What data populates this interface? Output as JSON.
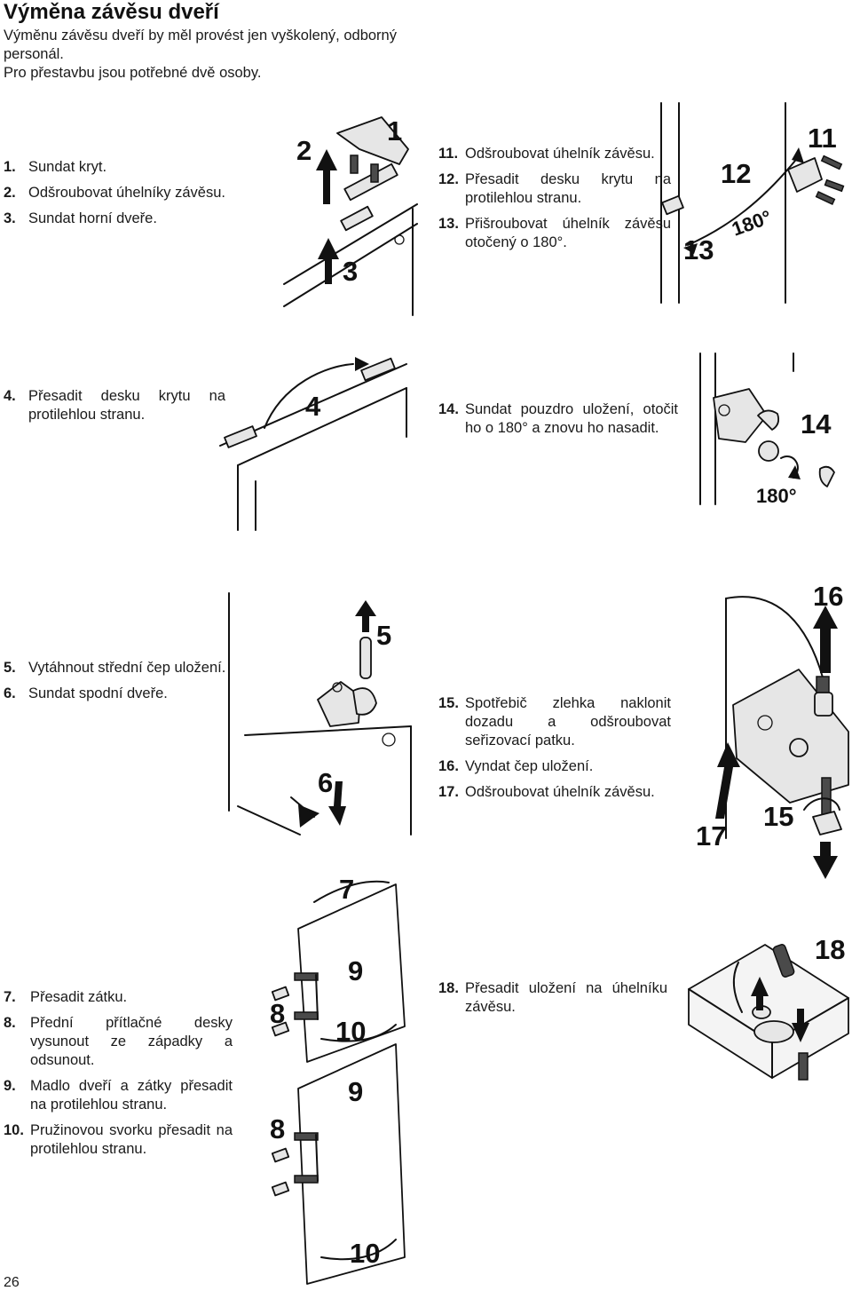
{
  "page": {
    "title": "Výměna závěsu dveří",
    "intro": [
      "Výměnu závěsu dveří by měl provést jen vyškolený, odborný personál.",
      "Pro přestavbu jsou potřebné dvě osoby."
    ],
    "page_number": "26"
  },
  "groups": [
    {
      "id": "g1",
      "steps": [
        {
          "num": "1.",
          "text": "Sundat kryt."
        },
        {
          "num": "2.",
          "text": "Odšroubovat úhelníky závěsu."
        },
        {
          "num": "3.",
          "text": "Sundat horní dveře."
        }
      ]
    },
    {
      "id": "g11",
      "steps": [
        {
          "num": "11.",
          "text": "Odšroubovat úhelník závěsu."
        },
        {
          "num": "12.",
          "text": "Přesadit desku krytu na protilehlou stranu."
        },
        {
          "num": "13.",
          "text": "Přišroubovat úhelník závěsu otočený o 180°."
        }
      ]
    },
    {
      "id": "g4",
      "steps": [
        {
          "num": "4.",
          "text": "Přesadit desku krytu na protilehlou stranu."
        }
      ]
    },
    {
      "id": "g14",
      "steps": [
        {
          "num": "14.",
          "text": "Sundat pouzdro uložení, otočit ho o 180° a znovu ho nasadit."
        }
      ]
    },
    {
      "id": "g5",
      "steps": [
        {
          "num": "5.",
          "text": "Vytáhnout střední čep uložení."
        },
        {
          "num": "6.",
          "text": "Sundat spodní dveře."
        }
      ]
    },
    {
      "id": "g15",
      "steps": [
        {
          "num": "15.",
          "text": "Spotřebič zlehka naklonit dozadu a odšroubovat seřizovací patku."
        },
        {
          "num": "16.",
          "text": "Vyndat čep uložení."
        },
        {
          "num": "17.",
          "text": "Odšroubovat úhelník závěsu."
        }
      ]
    },
    {
      "id": "g7",
      "steps": [
        {
          "num": "7.",
          "text": "Přesadit zátku."
        },
        {
          "num": "8.",
          "text": "Přední přítlačné desky vysunout ze západky a odsunout."
        },
        {
          "num": "9.",
          "text": "Madlo dveří a zátky přesadit na protilehlou stranu."
        },
        {
          "num": "10.",
          "text": "Pružinovou svorku přesadit na protilehlou stranu."
        }
      ]
    },
    {
      "id": "g18",
      "steps": [
        {
          "num": "18.",
          "text": "Přesadit uložení na úhelníku závěsu."
        }
      ]
    }
  ],
  "figures": {
    "fig_a": {
      "labels": [
        "1",
        "2",
        "3"
      ]
    },
    "fig_b": {
      "labels": [
        "11",
        "12",
        "13"
      ],
      "angle": "180°"
    },
    "fig_c": {
      "labels": [
        "4"
      ]
    },
    "fig_d": {
      "labels": [
        "14"
      ],
      "angle": "180°"
    },
    "fig_e": {
      "labels": [
        "5",
        "6"
      ]
    },
    "fig_f": {
      "labels": [
        "16",
        "15",
        "17"
      ]
    },
    "fig_g": {
      "labels": [
        "7",
        "9",
        "8",
        "10",
        "9",
        "8",
        "10"
      ]
    },
    "fig_h": {
      "labels": [
        "18"
      ]
    }
  }
}
